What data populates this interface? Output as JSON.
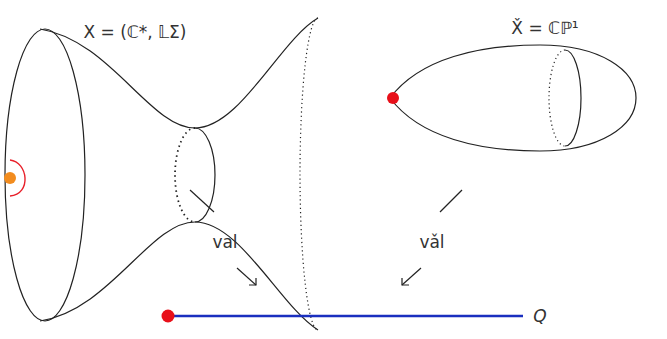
{
  "diagram": {
    "labels": [
      "X = (ℂ*, 𝕃Σ)",
      "X̌ = ℂℙ¹",
      "val",
      "vǎl",
      "Q"
    ]
  }
}
